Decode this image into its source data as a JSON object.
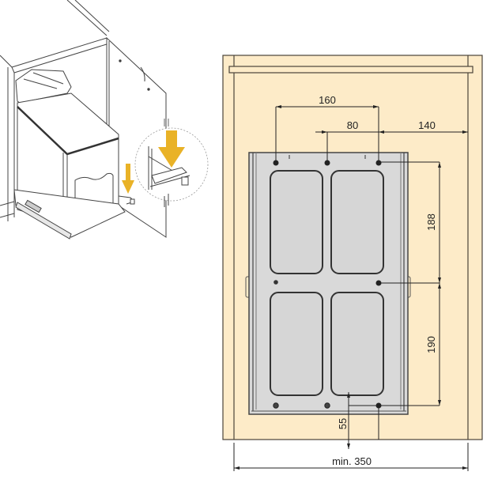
{
  "diagram": {
    "title": "Pull-out waste bin installation diagram",
    "colors": {
      "cabinet_panel": "#fdebc8",
      "panel_outline": "#4a4438",
      "base_plate": "#d9d9d9",
      "base_plate_outline": "#333333",
      "arrow_accent": "#e9b227",
      "line": "#222222"
    },
    "left_view": {
      "label": "3D cabinet view with pull-out bin",
      "detail_callout": "zoomed bracket detail",
      "arrows": [
        "arrow-down-small",
        "arrow-down-large"
      ]
    },
    "dimensions": {
      "top_hole_span": "160",
      "center_hole_offset": "80",
      "right_clearance": "140",
      "upper_vertical": "188",
      "lower_vertical": "190",
      "front_offset": "55",
      "min_width": "min. 350"
    }
  }
}
